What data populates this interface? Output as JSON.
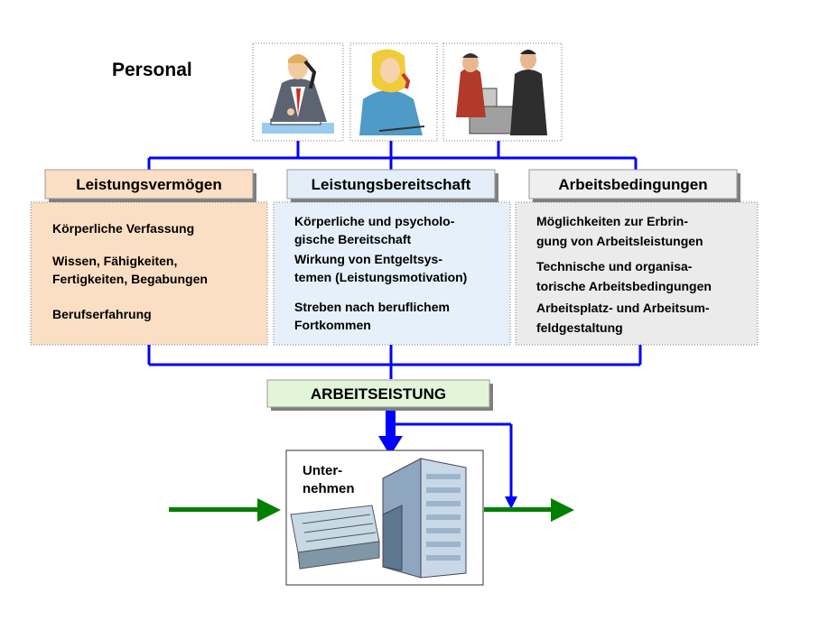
{
  "title": "Personal",
  "images": [
    {
      "icon": "man-on-phone-writing-icon"
    },
    {
      "icon": "woman-on-phone-writing-icon"
    },
    {
      "icon": "customer-at-counter-icon"
    }
  ],
  "columns": [
    {
      "header": "Leistungsvermögen",
      "fill": "#FBDFC4",
      "header_fill": "#FBDFC4",
      "items": [
        [
          "Körperliche Verfassung"
        ],
        [
          "Wissen, Fähigkeiten,",
          "Fertigkeiten, Begabungen"
        ],
        [
          "Berufserfahrung"
        ]
      ]
    },
    {
      "header": "Leistungsbereitschaft",
      "fill": "#E6F0FA",
      "header_fill": "#E3EEF8",
      "items": [
        [
          "Körperliche und psycholo-",
          "gische Bereitschaft"
        ],
        [
          "Wirkung von Entgeltsys-",
          "temen (Leistungsmotivation)"
        ],
        [
          "Streben nach beruflichem",
          "Fortkommen"
        ]
      ]
    },
    {
      "header": "Arbeitsbedingungen",
      "fill": "#EBEBEB",
      "header_fill": "#EFEFEF",
      "items": [
        [
          "Möglichkeiten zur Erbrin-",
          "gung von Arbeitsleistungen"
        ],
        [
          "Technische und organisa-",
          "torische Arbeitsbedingungen"
        ],
        [
          "Arbeitsplatz- und Arbeitsum-",
          "feldgestaltung"
        ]
      ]
    }
  ],
  "result": {
    "label": "ARBEITSEISTUNG",
    "fill": "#E2F5D9"
  },
  "company": {
    "lines": [
      "Unter-",
      "nehmen"
    ],
    "icon": "office-buildings-icon"
  },
  "colors": {
    "connector": "#0000FF",
    "flow": "#008000",
    "shadow": "#7F7F7F"
  }
}
